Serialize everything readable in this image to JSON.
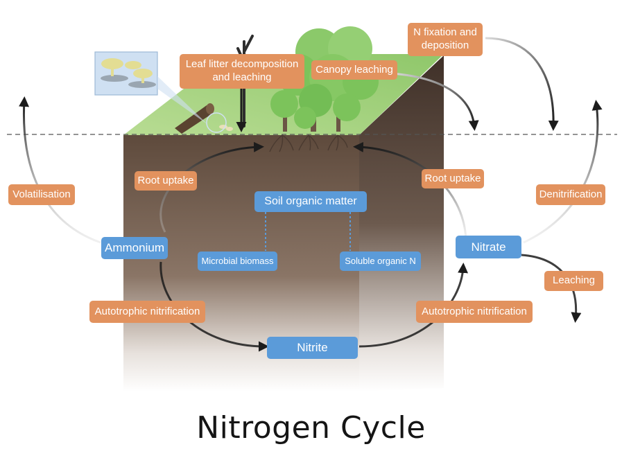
{
  "title": "Nitrogen Cycle",
  "process_labels": {
    "n_fixation": [
      "N fixation and",
      "deposition"
    ],
    "leaf_litter": [
      "Leaf litter decomposition",
      "and leaching"
    ],
    "canopy_leaching": "Canopy leaching",
    "root_uptake_left": "Root uptake",
    "root_uptake_right": "Root uptake",
    "volatilisation": "Volatilisation",
    "denitrification": "Denitrification",
    "leaching": "Leaching",
    "autotrophic_nitrification_left": "Autotrophic nitrification",
    "autotrophic_nitrification_right": "Autotrophic nitrification"
  },
  "pool_labels": {
    "soil_organic_matter": "Soil organic matter",
    "microbial_biomass": "Microbial biomass",
    "soluble_organic_n": "Soluble organic N",
    "ammonium": "Ammonium",
    "nitrate": "Nitrate",
    "nitrite": "Nitrite"
  },
  "colors": {
    "process_box": "#e2925e",
    "pool_box": "#5b9bd9",
    "soil": "#6b5647",
    "grass": "#a6d17e",
    "canopy": "#7cc35b",
    "arrow": "#222222"
  }
}
